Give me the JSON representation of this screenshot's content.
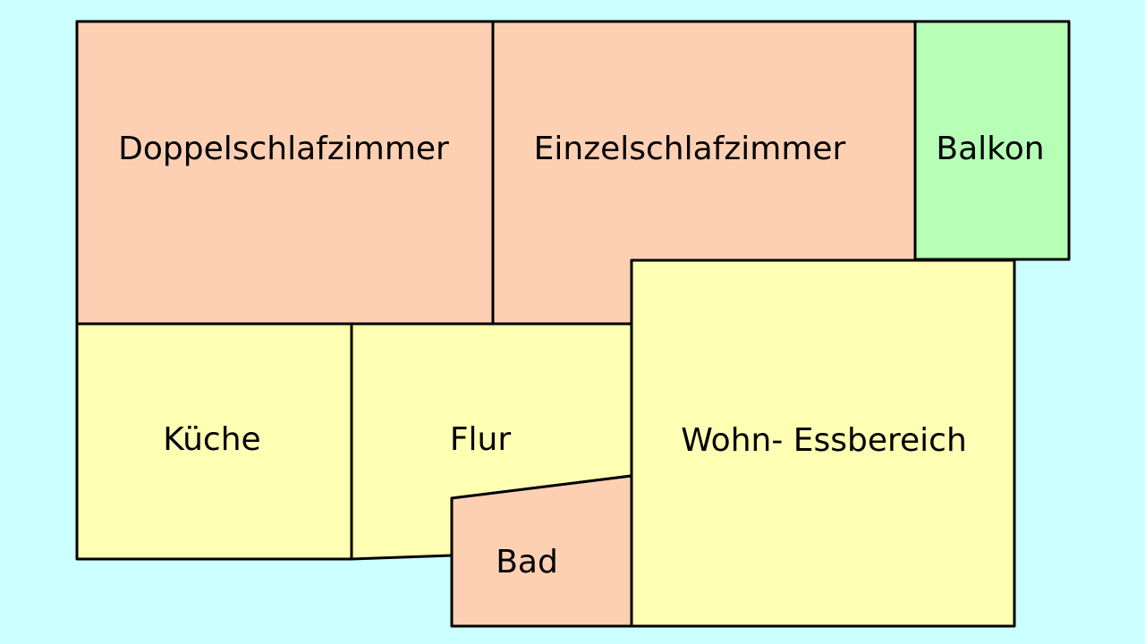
{
  "colors": {
    "background": "#ccffff",
    "bedroom": "#fdd0b4",
    "living": "#ffffb4",
    "balcony": "#b7ffb7"
  },
  "rooms": {
    "doppelschlafzimmer": "Doppelschlafzimmer",
    "einzelschlafzimmer": "Einzelschlafzimmer",
    "balkon": "Balkon",
    "kueche": "Küche",
    "flur": "Flur",
    "bad": "Bad",
    "wohn": "Wohn- Essbereich"
  }
}
